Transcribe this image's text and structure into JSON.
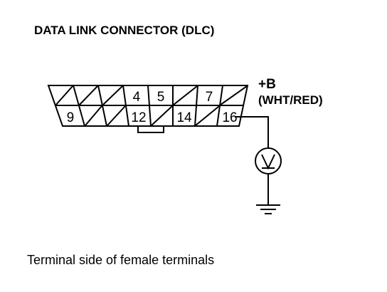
{
  "diagram": {
    "title": "DATA LINK CONNECTOR (DLC)",
    "wire_label_line1": "+B",
    "wire_label_line2": "(WHT/RED)",
    "caption": "Terminal side of female terminals",
    "meter_symbol": "V",
    "top_row": [
      {
        "label": "",
        "slash": true
      },
      {
        "label": "",
        "slash": true
      },
      {
        "label": "",
        "slash": true
      },
      {
        "label": "4",
        "slash": false
      },
      {
        "label": "5",
        "slash": false
      },
      {
        "label": "",
        "slash": true
      },
      {
        "label": "7",
        "slash": false
      },
      {
        "label": "",
        "slash": true
      }
    ],
    "bottom_row": [
      {
        "label": "9",
        "slash": false
      },
      {
        "label": "",
        "slash": true
      },
      {
        "label": "",
        "slash": true
      },
      {
        "label": "12",
        "slash": false
      },
      {
        "label": "",
        "slash": true
      },
      {
        "label": "14",
        "slash": false
      },
      {
        "label": "",
        "slash": true
      },
      {
        "label": "16",
        "slash": false
      }
    ]
  }
}
